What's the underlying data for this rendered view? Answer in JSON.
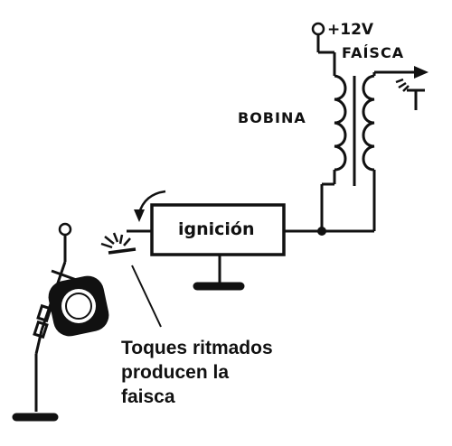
{
  "labels": {
    "supply": "+12V",
    "spark": "FAÍSCA",
    "coil": "BOBINA",
    "ignition": "ignición"
  },
  "caption": {
    "line1": "Toques ritmados",
    "line2": "producen la",
    "line3": "faisca"
  },
  "colors": {
    "ink": "#111111",
    "background": "#ffffff"
  }
}
